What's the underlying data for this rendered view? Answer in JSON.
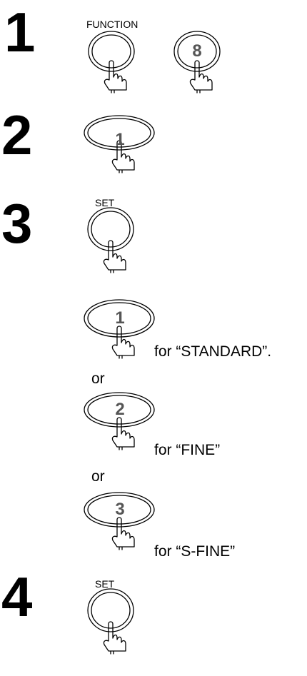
{
  "steps": [
    {
      "number": "1"
    },
    {
      "number": "2"
    },
    {
      "number": "3"
    },
    {
      "number": "4"
    }
  ],
  "keys": {
    "function_label": "FUNCTION",
    "set_label": "SET",
    "key_8": "8",
    "key_1": "1",
    "key_2": "2",
    "key_3": "3"
  },
  "options": [
    {
      "key": "1",
      "text": "for “STANDARD”."
    },
    {
      "key": "2",
      "text": "for “FINE”"
    },
    {
      "key": "3",
      "text": "for “S-FINE”"
    }
  ],
  "or_text": "or"
}
